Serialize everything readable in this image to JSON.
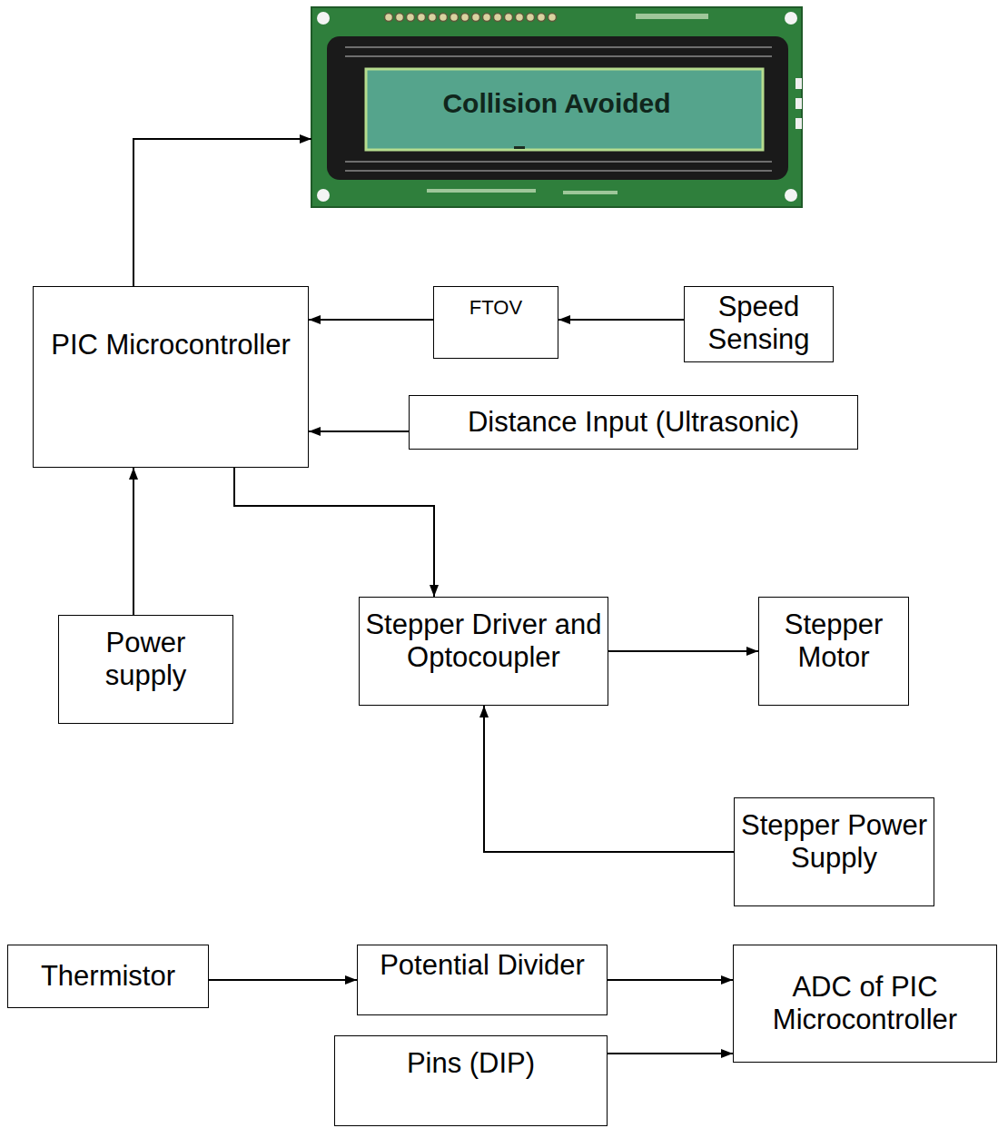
{
  "diagram": {
    "nodes": [
      {
        "text": [
          "Collision Avoided"
        ]
      },
      {
        "text": [
          "PIC Microcontroller"
        ]
      },
      {
        "text": [
          "FTOV"
        ]
      },
      {
        "text": [
          "Speed Sensing"
        ]
      },
      {
        "text": [
          "Distance Input (Ultrasonic)"
        ]
      },
      {
        "text": [
          "Power supply"
        ]
      },
      {
        "text": [
          "Stepper Driver and Optocoupler"
        ]
      },
      {
        "text": [
          "Stepper Motor"
        ]
      },
      {
        "text": [
          "Stepper Power Supply"
        ]
      },
      {
        "text": [
          "Thermistor"
        ]
      },
      {
        "text": [
          "Potential Divider"
        ]
      },
      {
        "text": [
          "ADC of PIC Microcontroller"
        ]
      },
      {
        "text": [
          "Pins (DIP)"
        ]
      }
    ],
    "edges": [
      {
        "from": 1,
        "to": 0,
        "arrow": "to"
      },
      {
        "from": 2,
        "to": 1,
        "arrow": "to"
      },
      {
        "from": 3,
        "to": 2,
        "arrow": "to"
      },
      {
        "from": 4,
        "to": 1,
        "arrow": "to"
      },
      {
        "from": 1,
        "to": 6,
        "arrow": "to"
      },
      {
        "from": 5,
        "to": 1,
        "arrow": "to"
      },
      {
        "from": 6,
        "to": 7,
        "arrow": "to"
      },
      {
        "from": 8,
        "to": 6,
        "arrow": "to"
      },
      {
        "from": 9,
        "to": 10,
        "arrow": "to"
      },
      {
        "from": 10,
        "to": 11,
        "arrow": "to"
      },
      {
        "from": 12,
        "to": 11,
        "arrow": "to"
      }
    ]
  }
}
